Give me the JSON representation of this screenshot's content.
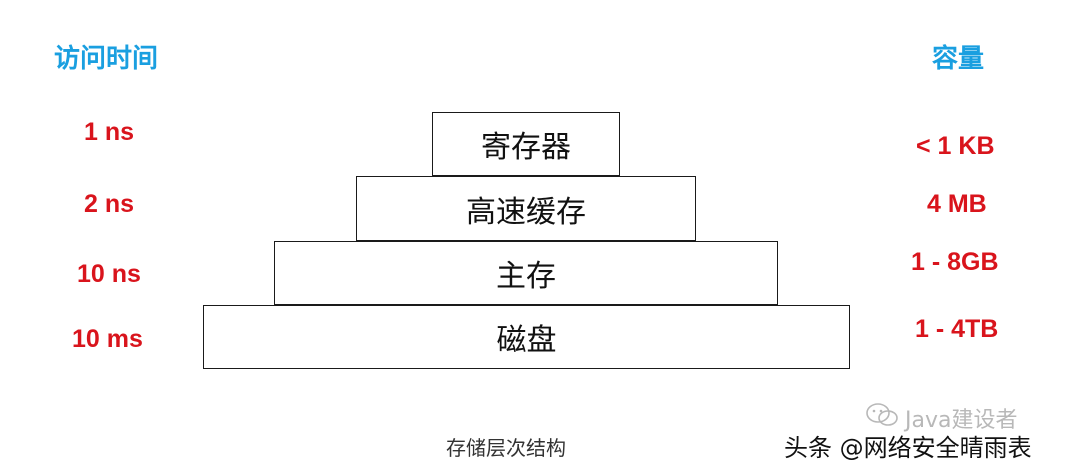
{
  "headers": {
    "left": "访问时间",
    "right": "容量"
  },
  "levels": [
    {
      "name": "寄存器",
      "access_time": "1 ns",
      "capacity": "< 1 KB"
    },
    {
      "name": "高速缓存",
      "access_time": "2 ns",
      "capacity": "4 MB"
    },
    {
      "name": "主存",
      "access_time": "10 ns",
      "capacity": "1 - 8GB"
    },
    {
      "name": "磁盘",
      "access_time": "10 ms",
      "capacity": "1 - 4TB"
    }
  ],
  "caption": "存储层次结构",
  "watermark": {
    "source": "Java建设者",
    "author": "头条 @网络安全晴雨表",
    "icon": "wechat-icon"
  },
  "colors": {
    "header": "#1a9fe0",
    "values": "#d9141c",
    "box_border": "#1a1a1a"
  }
}
